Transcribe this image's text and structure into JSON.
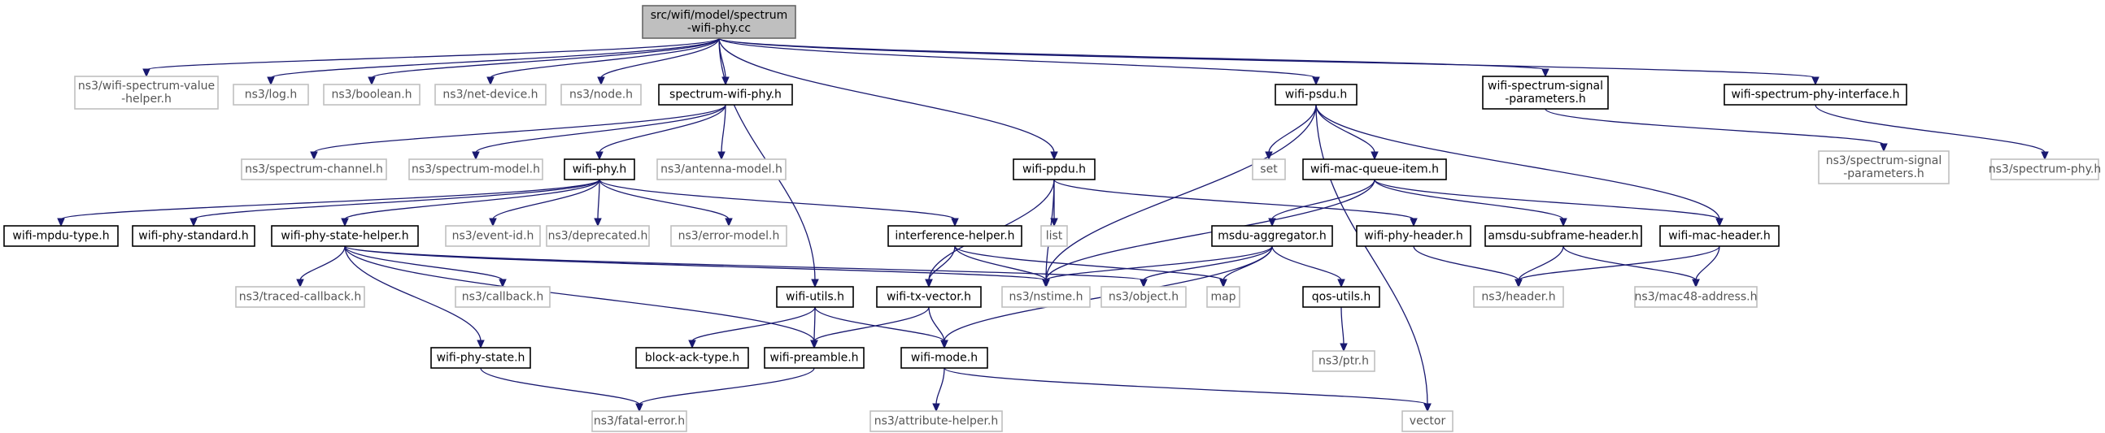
{
  "graph": {
    "colors": {
      "edge": "#191970",
      "root_fill": "#bfbfbf",
      "external_border": "#bfbfbf",
      "real_border": "#000000"
    },
    "nodes": [
      {
        "id": "root",
        "lines": [
          "src/wifi/model/spectrum",
          "-wifi-phy.cc"
        ],
        "kind": "root"
      },
      {
        "id": "n_wsvh",
        "lines": [
          "ns3/wifi-spectrum-value",
          "-helper.h"
        ],
        "kind": "ext"
      },
      {
        "id": "n_log",
        "lines": [
          "ns3/log.h"
        ],
        "kind": "ext"
      },
      {
        "id": "n_bool",
        "lines": [
          "ns3/boolean.h"
        ],
        "kind": "ext"
      },
      {
        "id": "n_netdev",
        "lines": [
          "ns3/net-device.h"
        ],
        "kind": "ext"
      },
      {
        "id": "n_node",
        "lines": [
          "ns3/node.h"
        ],
        "kind": "ext"
      },
      {
        "id": "n_swp",
        "lines": [
          "spectrum-wifi-phy.h"
        ],
        "kind": "real"
      },
      {
        "id": "n_psdu",
        "lines": [
          "wifi-psdu.h"
        ],
        "kind": "real"
      },
      {
        "id": "n_wssp",
        "lines": [
          "wifi-spectrum-signal",
          "-parameters.h"
        ],
        "kind": "real"
      },
      {
        "id": "n_wspi",
        "lines": [
          "wifi-spectrum-phy-interface.h"
        ],
        "kind": "real"
      },
      {
        "id": "n_specchan",
        "lines": [
          "ns3/spectrum-channel.h"
        ],
        "kind": "ext"
      },
      {
        "id": "n_specmodel",
        "lines": [
          "ns3/spectrum-model.h"
        ],
        "kind": "ext"
      },
      {
        "id": "n_wifiphy",
        "lines": [
          "wifi-phy.h"
        ],
        "kind": "real"
      },
      {
        "id": "n_antenna",
        "lines": [
          "ns3/antenna-model.h"
        ],
        "kind": "ext"
      },
      {
        "id": "n_ppdu",
        "lines": [
          "wifi-ppdu.h"
        ],
        "kind": "real"
      },
      {
        "id": "n_set",
        "lines": [
          "set"
        ],
        "kind": "ext"
      },
      {
        "id": "n_wmqi",
        "lines": [
          "wifi-mac-queue-item.h"
        ],
        "kind": "real"
      },
      {
        "id": "n_ssp",
        "lines": [
          "ns3/spectrum-signal",
          "-parameters.h"
        ],
        "kind": "ext"
      },
      {
        "id": "n_specphy",
        "lines": [
          "ns3/spectrum-phy.h"
        ],
        "kind": "ext"
      },
      {
        "id": "n_mpdutype",
        "lines": [
          "wifi-mpdu-type.h"
        ],
        "kind": "real"
      },
      {
        "id": "n_phystd",
        "lines": [
          "wifi-phy-standard.h"
        ],
        "kind": "real"
      },
      {
        "id": "n_wpsh",
        "lines": [
          "wifi-phy-state-helper.h"
        ],
        "kind": "real"
      },
      {
        "id": "n_eventid",
        "lines": [
          "ns3/event-id.h"
        ],
        "kind": "ext"
      },
      {
        "id": "n_deprecated",
        "lines": [
          "ns3/deprecated.h"
        ],
        "kind": "ext"
      },
      {
        "id": "n_errmodel",
        "lines": [
          "ns3/error-model.h"
        ],
        "kind": "ext"
      },
      {
        "id": "n_interf",
        "lines": [
          "interference-helper.h"
        ],
        "kind": "real"
      },
      {
        "id": "n_list",
        "lines": [
          "list"
        ],
        "kind": "ext"
      },
      {
        "id": "n_phyheader",
        "lines": [
          "wifi-phy-header.h"
        ],
        "kind": "real"
      },
      {
        "id": "n_msdu",
        "lines": [
          "msdu-aggregator.h"
        ],
        "kind": "real"
      },
      {
        "id": "n_amsdu",
        "lines": [
          "amsdu-subframe-header.h"
        ],
        "kind": "real"
      },
      {
        "id": "n_macheader",
        "lines": [
          "wifi-mac-header.h"
        ],
        "kind": "real"
      },
      {
        "id": "n_tracedcb",
        "lines": [
          "ns3/traced-callback.h"
        ],
        "kind": "ext"
      },
      {
        "id": "n_callback",
        "lines": [
          "ns3/callback.h"
        ],
        "kind": "ext"
      },
      {
        "id": "n_utils",
        "lines": [
          "wifi-utils.h"
        ],
        "kind": "real"
      },
      {
        "id": "n_txvector",
        "lines": [
          "wifi-tx-vector.h"
        ],
        "kind": "real"
      },
      {
        "id": "n_nstime",
        "lines": [
          "ns3/nstime.h"
        ],
        "kind": "ext"
      },
      {
        "id": "n_object",
        "lines": [
          "ns3/object.h"
        ],
        "kind": "ext"
      },
      {
        "id": "n_map",
        "lines": [
          "map"
        ],
        "kind": "ext"
      },
      {
        "id": "n_qos",
        "lines": [
          "qos-utils.h"
        ],
        "kind": "real"
      },
      {
        "id": "n_header",
        "lines": [
          "ns3/header.h"
        ],
        "kind": "ext"
      },
      {
        "id": "n_mac48",
        "lines": [
          "ns3/mac48-address.h"
        ],
        "kind": "ext"
      },
      {
        "id": "n_physstate",
        "lines": [
          "wifi-phy-state.h"
        ],
        "kind": "real"
      },
      {
        "id": "n_blockack",
        "lines": [
          "block-ack-type.h"
        ],
        "kind": "real"
      },
      {
        "id": "n_preamble",
        "lines": [
          "wifi-preamble.h"
        ],
        "kind": "real"
      },
      {
        "id": "n_mode",
        "lines": [
          "wifi-mode.h"
        ],
        "kind": "real"
      },
      {
        "id": "n_ptr",
        "lines": [
          "ns3/ptr.h"
        ],
        "kind": "ext"
      },
      {
        "id": "n_fatal",
        "lines": [
          "ns3/fatal-error.h"
        ],
        "kind": "ext"
      },
      {
        "id": "n_attr",
        "lines": [
          "ns3/attribute-helper.h"
        ],
        "kind": "ext"
      },
      {
        "id": "n_vector",
        "lines": [
          "vector"
        ],
        "kind": "ext"
      }
    ]
  }
}
